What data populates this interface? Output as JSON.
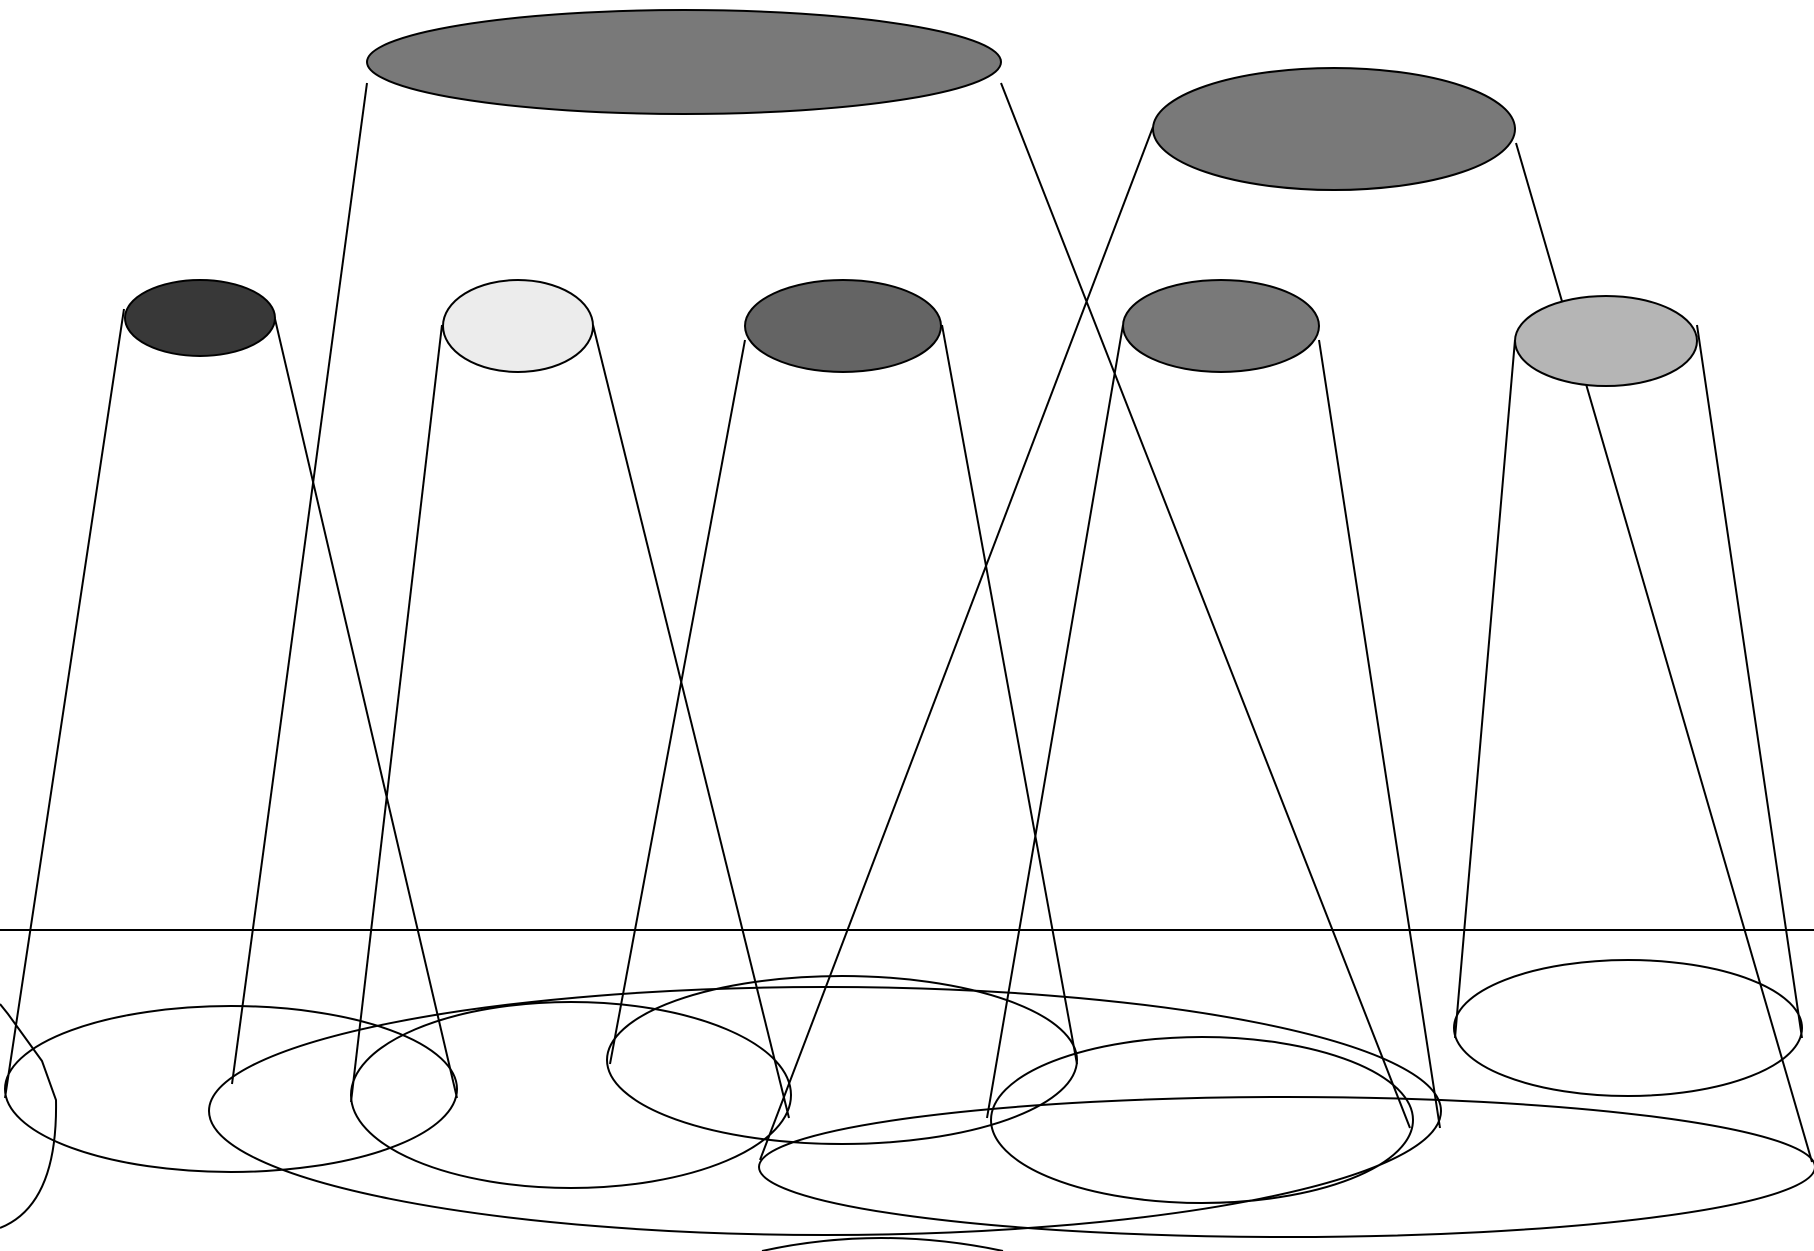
{
  "diagram": {
    "kind": "spotlight-projection",
    "colors": {
      "background": "#ffffff",
      "stroke": "#000000",
      "footprint_fill": "none"
    },
    "sources": [
      {
        "id": "large-top-center",
        "fill": "#797979"
      },
      {
        "id": "large-top-right",
        "fill": "#797979"
      },
      {
        "id": "small-1",
        "fill": "#383838"
      },
      {
        "id": "small-2",
        "fill": "#ececec"
      },
      {
        "id": "small-3",
        "fill": "#646464"
      },
      {
        "id": "small-4",
        "fill": "#797979"
      },
      {
        "id": "small-5",
        "fill": "#b5b5b5"
      }
    ],
    "footprint_count": 9,
    "has_baseline": true
  }
}
